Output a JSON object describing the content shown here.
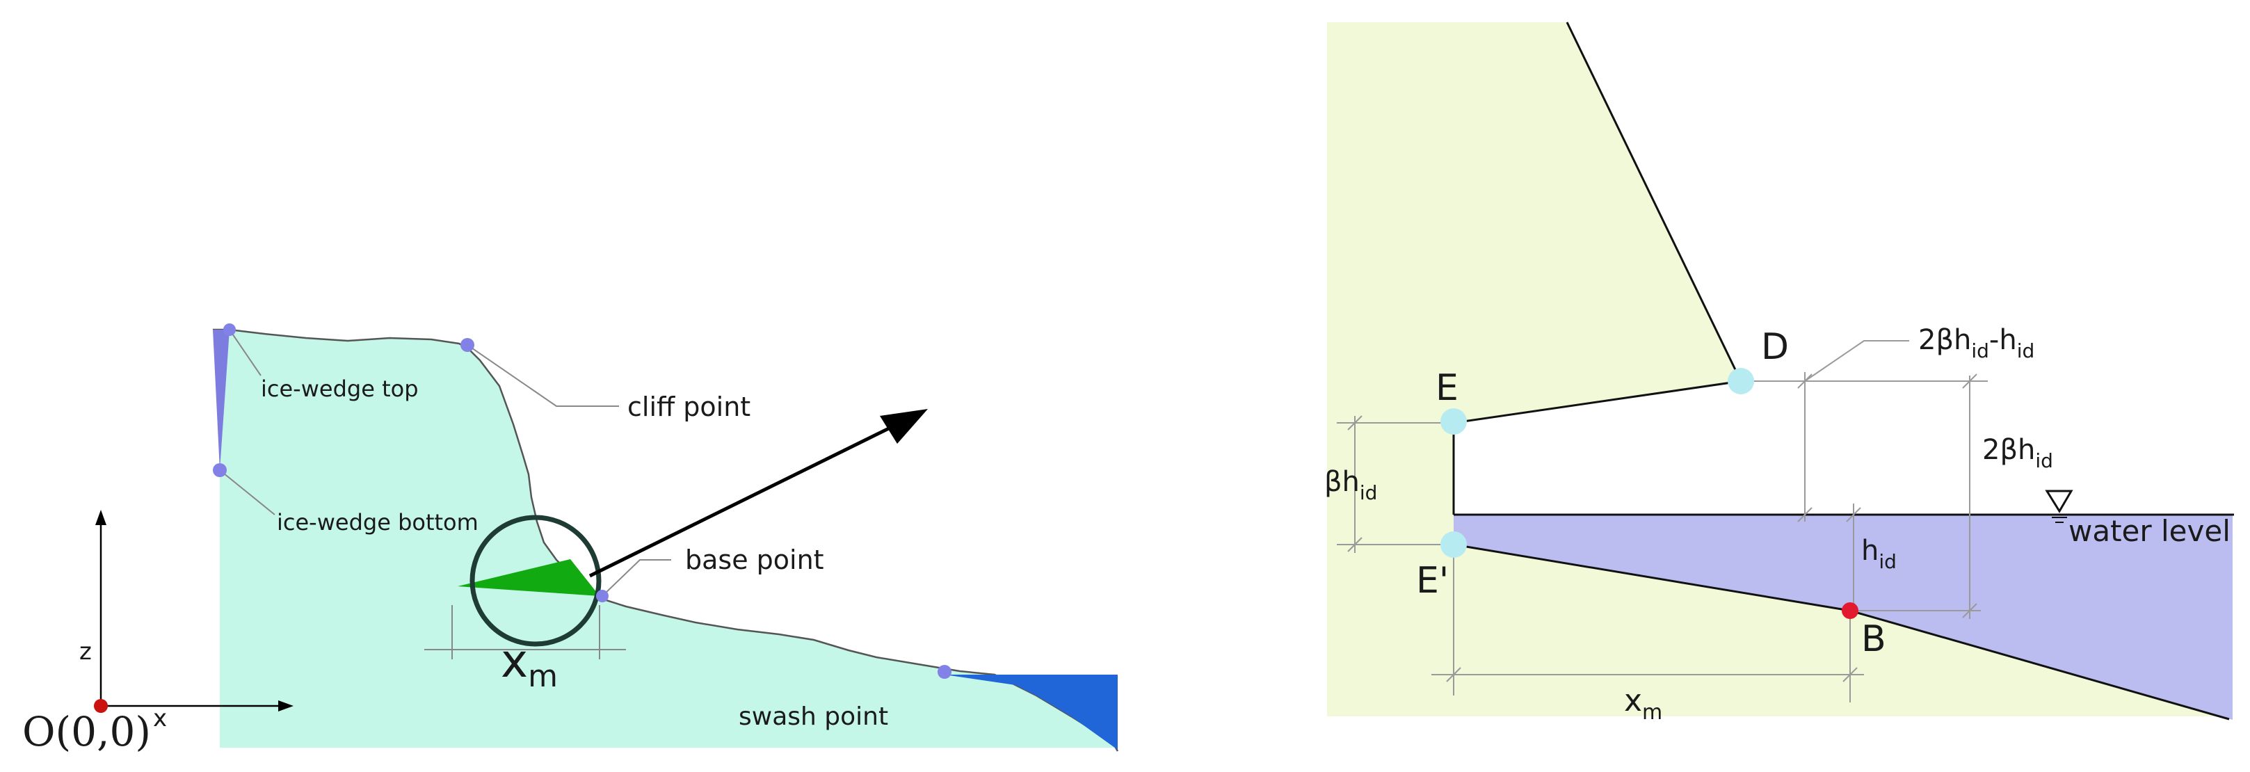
{
  "left_panel": {
    "axes": {
      "origin": "O(0,0)",
      "x_label": "x",
      "z_label": "z"
    },
    "labels": {
      "ice_wedge_top": "ice-wedge top",
      "ice_wedge_bottom": "ice-wedge bottom",
      "cliff_point": "cliff point",
      "base_point": "base point",
      "swash_point": "swash point",
      "xm": "x",
      "xm_sub": "m"
    },
    "colors": {
      "land": "#c5f7e8",
      "ice_wedge": "#7d7de0",
      "point_marker": "#8282e6",
      "origin_marker": "#cc1111",
      "notch_fill": "#11aa11",
      "water": "#2166d9"
    }
  },
  "right_panel": {
    "points": {
      "D": "D",
      "E": "E",
      "E_prime": "E'",
      "B": "B"
    },
    "dimensions": {
      "beta_h": "βh",
      "beta_h_sub": "id",
      "two_beta_h": "2βh",
      "two_beta_h_sub": "id",
      "two_beta_minus_main": "2βh",
      "two_beta_minus_sub1": "id",
      "two_beta_minus_rest": "-h",
      "two_beta_minus_sub2": "id",
      "h_id": "h",
      "h_id_sub": "id",
      "xm": "x",
      "xm_sub": "m"
    },
    "water_level": "water level",
    "colors": {
      "land": "#f1f9d8",
      "water": "#bbbdf1",
      "point_marker": "#b6ecf1",
      "b_marker": "#e3192f"
    }
  }
}
